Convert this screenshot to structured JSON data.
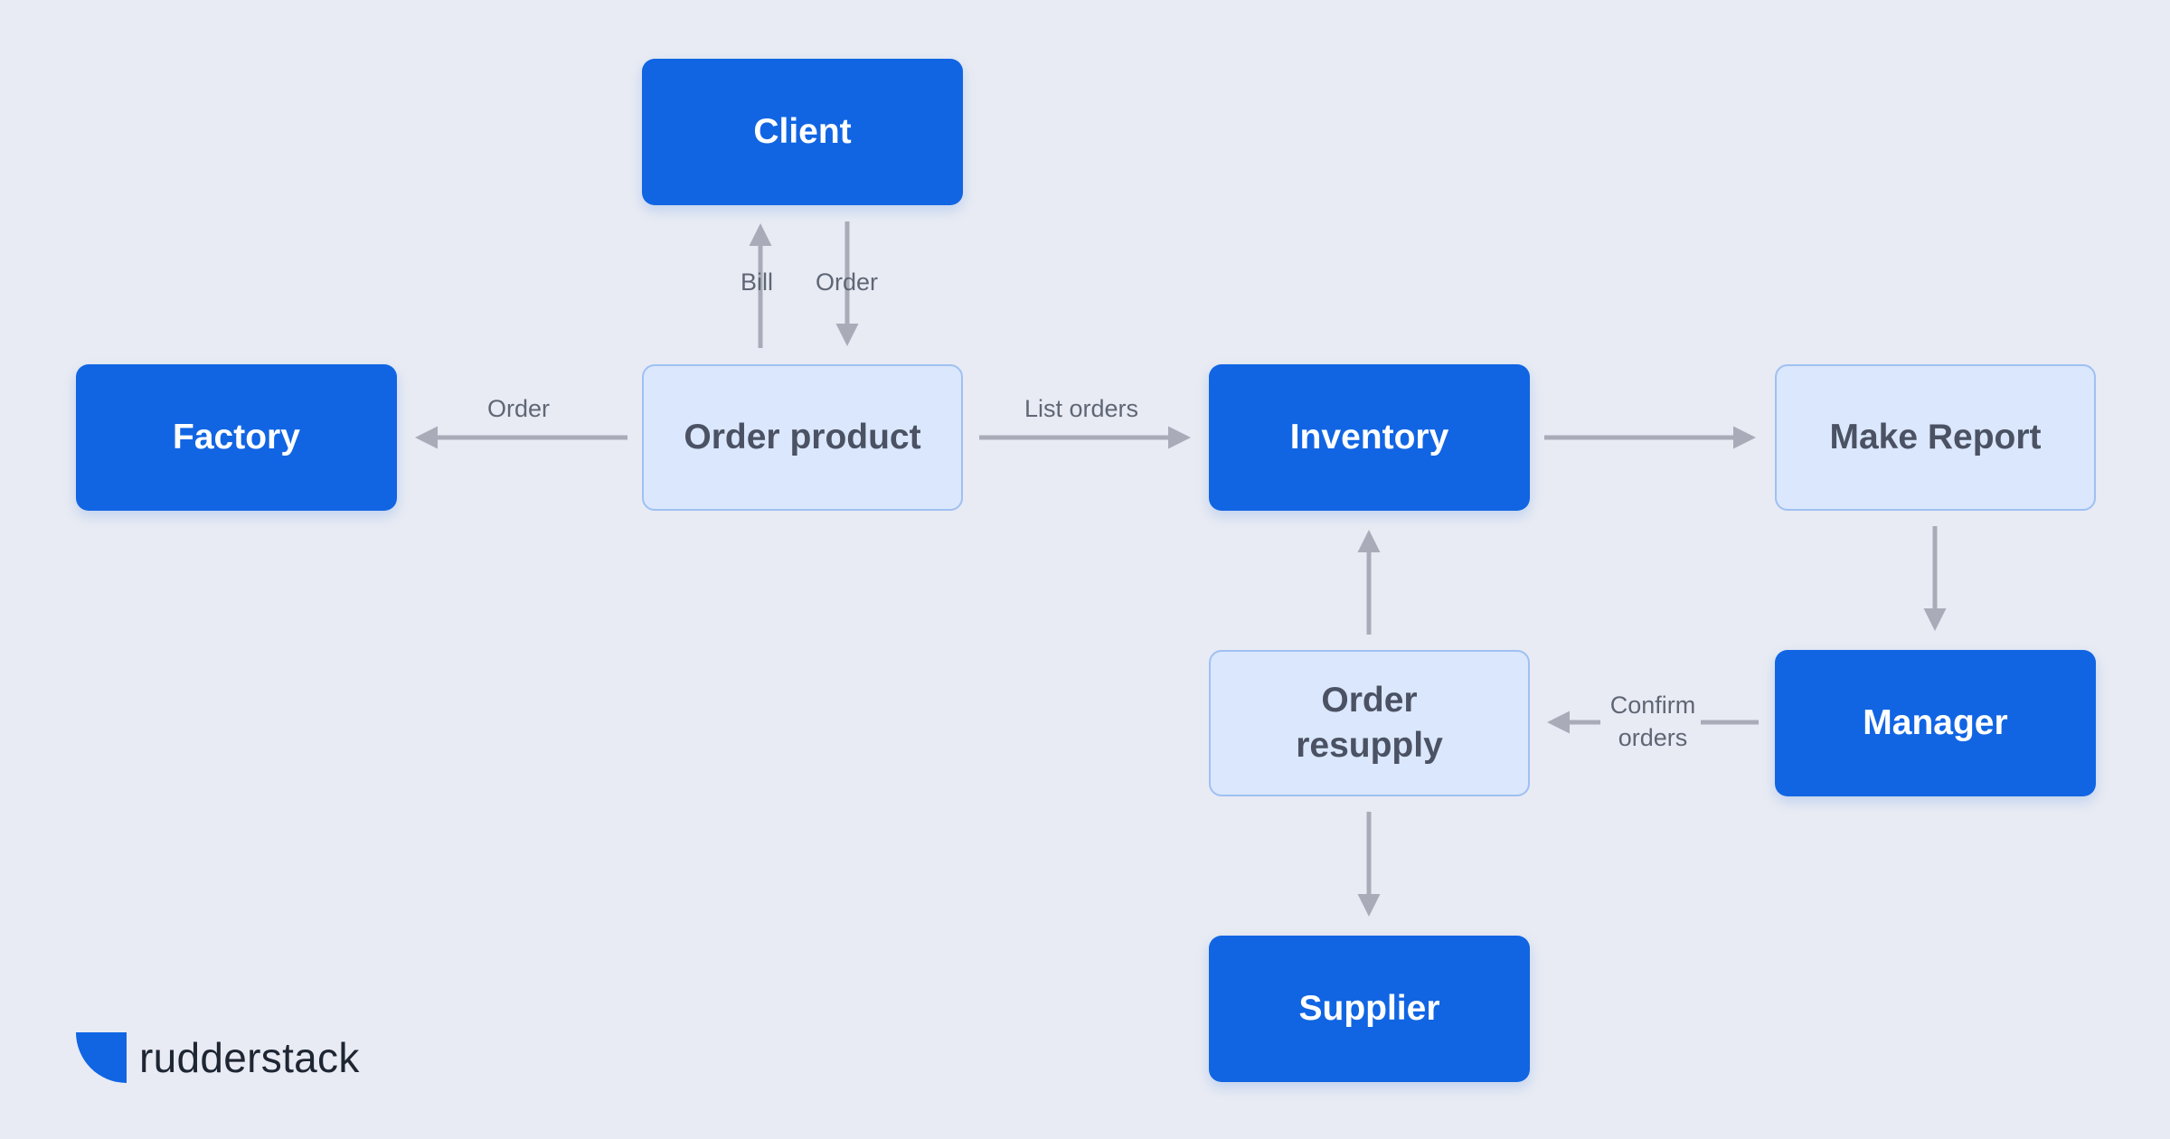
{
  "nodes": {
    "client": "Client",
    "factory": "Factory",
    "order_product": "Order product",
    "inventory": "Inventory",
    "make_report": "Make Report",
    "manager": "Manager",
    "order_resupply": "Order resupply",
    "supplier": "Supplier"
  },
  "edges": {
    "bill": "Bill",
    "order_to_product": "Order",
    "order_to_factory": "Order",
    "list_orders": "List orders",
    "confirm_orders": "Confirm orders"
  },
  "brand": {
    "name": "rudderstack"
  },
  "colors": {
    "background": "#e8ebf3",
    "primary_node": "#1165e3",
    "secondary_node": "#dbe7fc",
    "secondary_border": "#9fc0f3",
    "arrow": "#a9acb8",
    "label": "#5f6675"
  }
}
